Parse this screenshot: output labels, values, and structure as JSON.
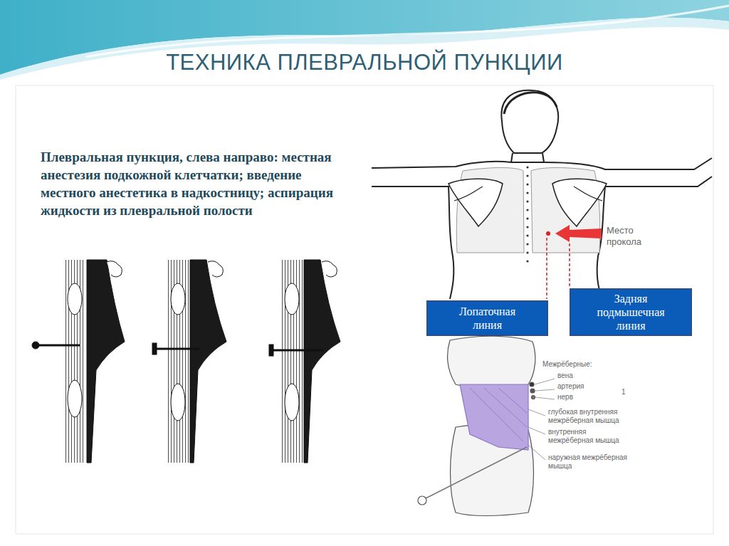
{
  "diagram": {
    "title": "ТЕХНИКА ПЛЕВРАЛЬНОЙ ПУНКЦИИ",
    "nodes": [
      {
        "text": [
          "Лопаточная линия"
        ]
      },
      {
        "text": [
          "Задняя подмышечная линия"
        ]
      }
    ],
    "labels": [
      "Плевральная пункция, слева направо: местная анестезия подкожной клетчатки; введение местного анестетика в надкостницу; аспирация жидкости из плевральной полости",
      "Место прокола",
      "Межрёберные:",
      "вена",
      "артерия",
      "нерв",
      "1",
      "глубокая внутренняя межрёберная мышца",
      "внутренняя межрёберная мышца",
      "наружная межрёберная мышца"
    ]
  }
}
